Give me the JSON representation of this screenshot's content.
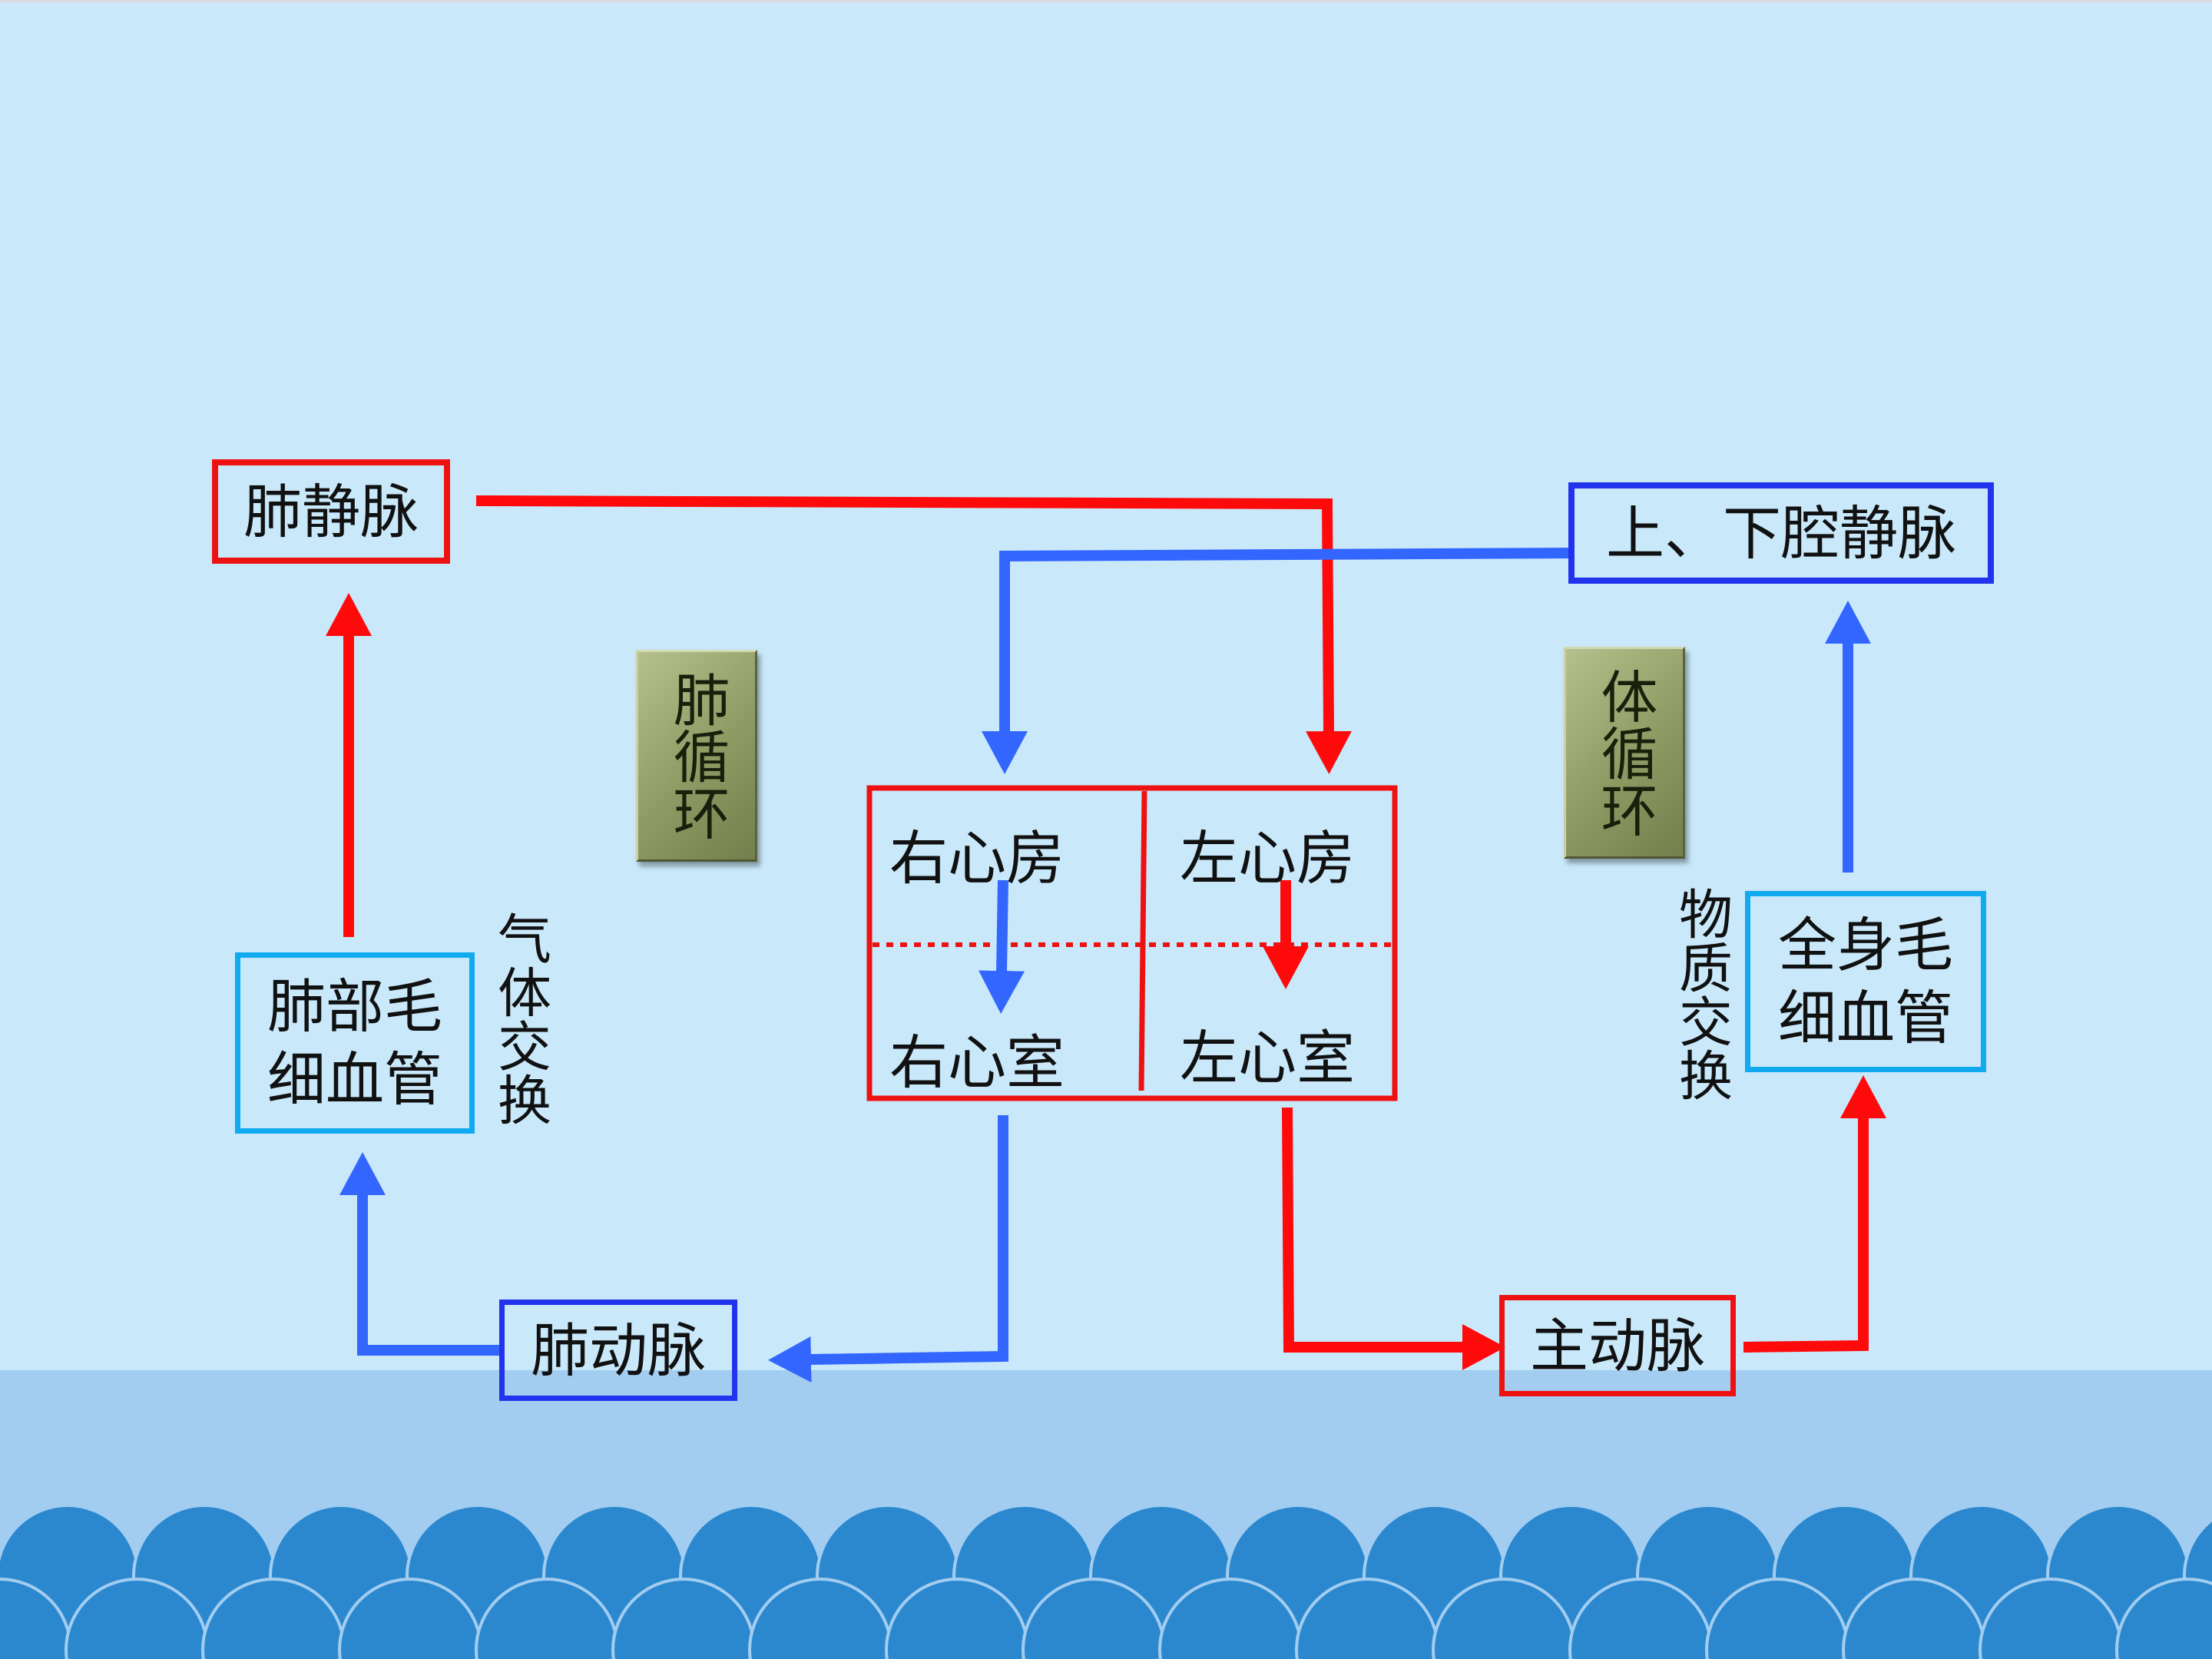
{
  "nodes": {
    "pulmonary_vein": "肺静脉",
    "vena_cava": "上、下腔静脉",
    "lung_capillaries": "肺部毛\n细血管",
    "body_capillaries": "全身毛\n细血管",
    "pulmonary_artery": "肺动脉",
    "aorta": "主动脉"
  },
  "heart": {
    "right_atrium": "右心房",
    "left_atrium": "左心房",
    "right_ventricle": "右心室",
    "left_ventricle": "左心室"
  },
  "labels": {
    "gas_exchange": "气体交换",
    "substance_exchange": "物质交换",
    "pulmonary_circulation": "肺循环",
    "systemic_circulation": "体循环"
  },
  "colors": {
    "background": "#c9e9fb",
    "arterial_red": "#ff0a0a",
    "venous_blue": "#3366ff",
    "box_red": "#ee1111",
    "box_blue": "#2233ee",
    "box_cyan": "#11aaee",
    "wave_blue": "#2b88cf"
  }
}
